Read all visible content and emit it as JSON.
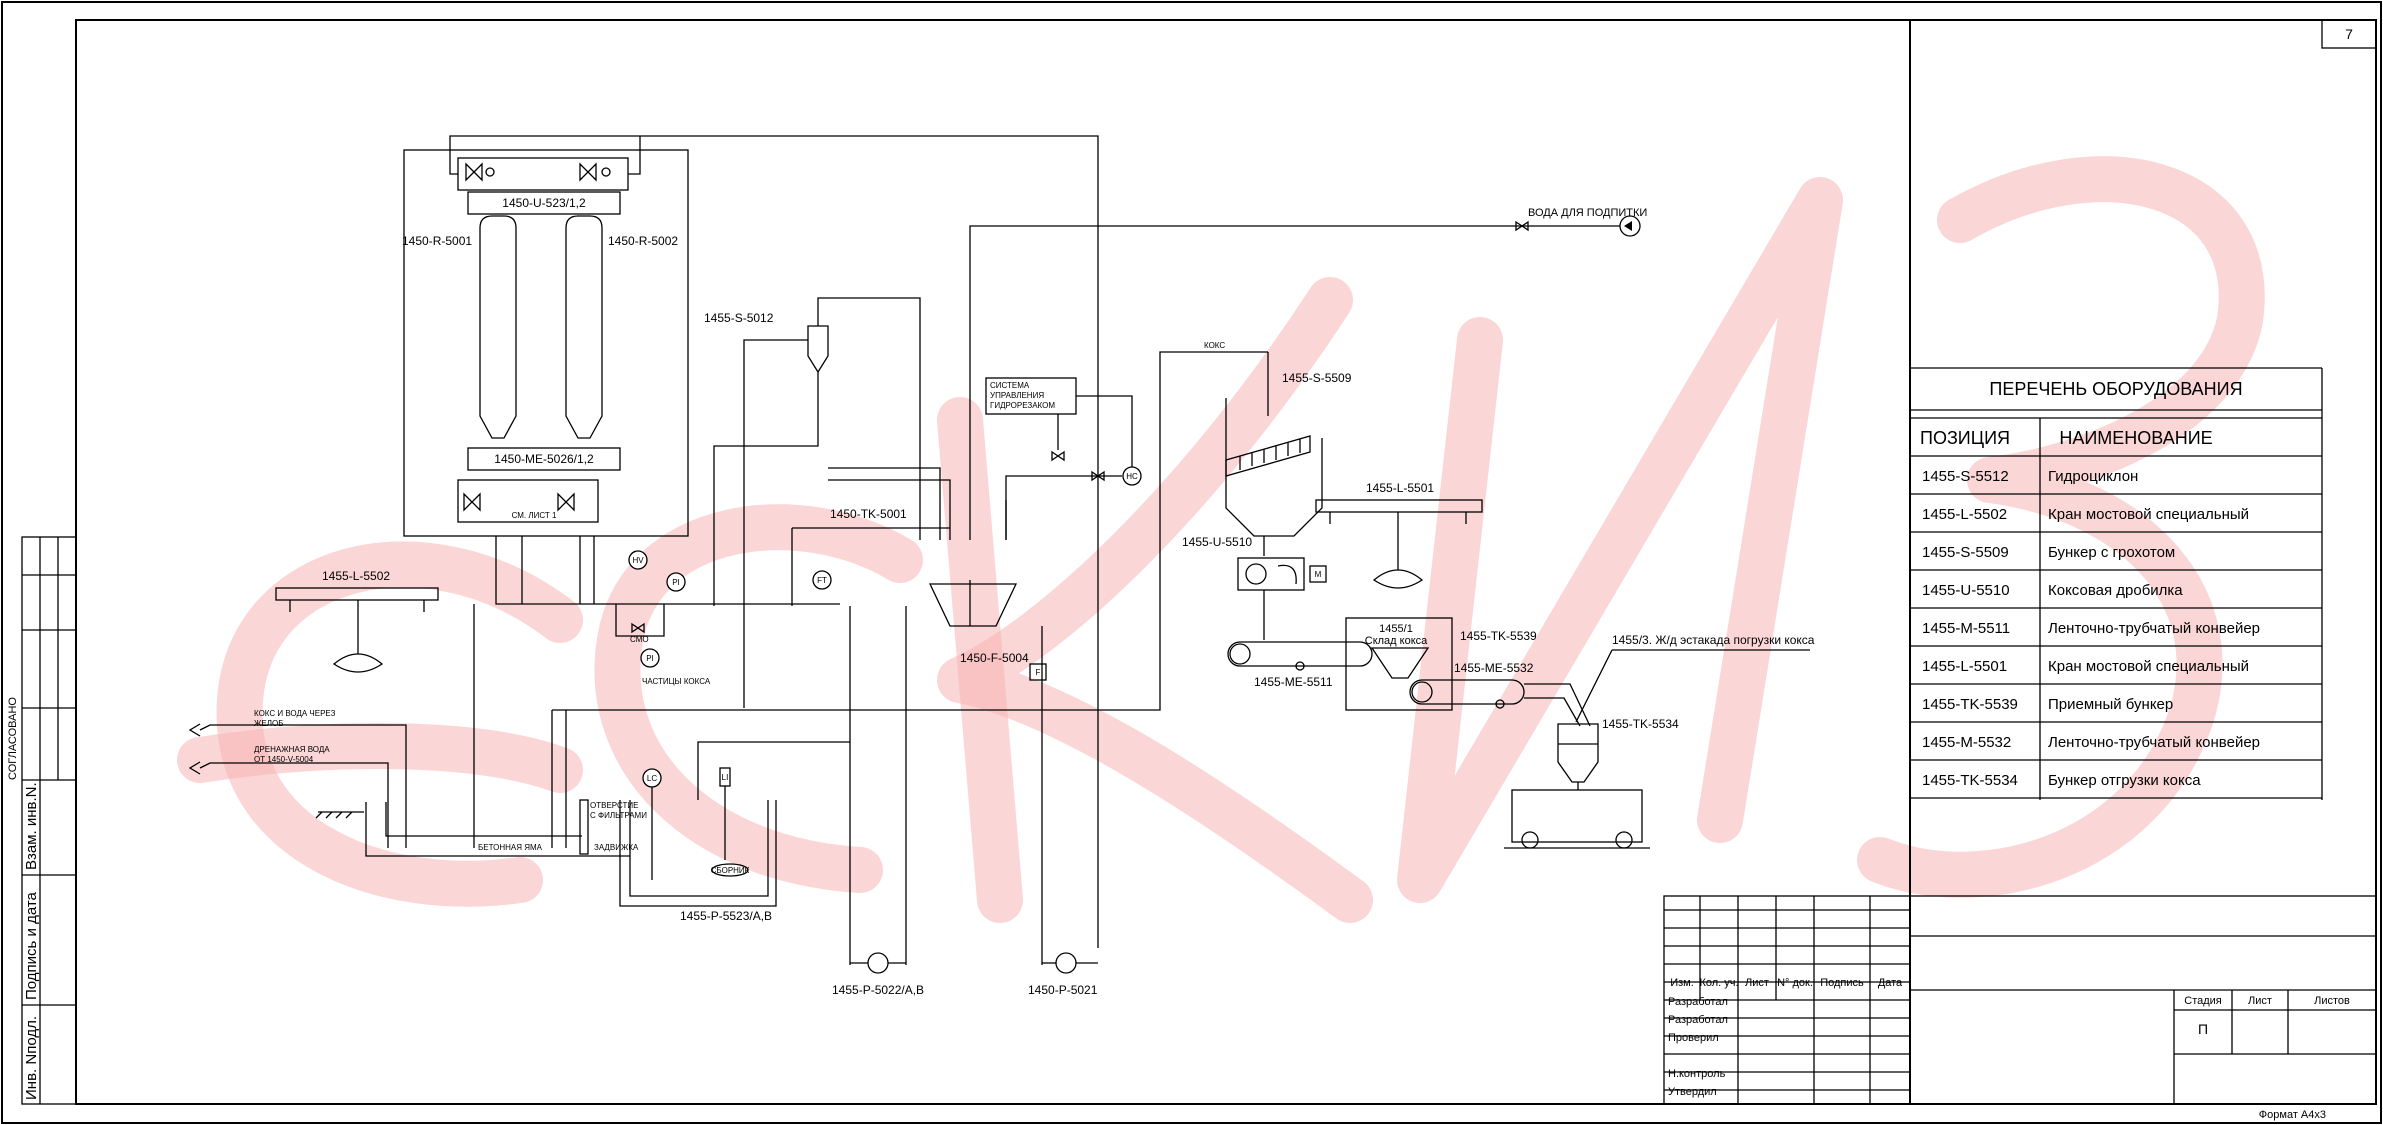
{
  "sheet_number": "7",
  "format_label": "Формат А4х3",
  "side_stamp": {
    "soglasovano": "СОГЛАСОВАНО",
    "vzam": "Взам. инв.N.",
    "podpis": "Подпись и дата",
    "inv": "Инв. Nподл."
  },
  "equipment_list": {
    "title": "ПЕРЕЧЕНЬ ОБОРУДОВАНИЯ",
    "col_position": "ПОЗИЦИЯ",
    "col_name": "НАИМЕНОВАНИЕ",
    "rows": [
      {
        "pos": "1455-S-5512",
        "name": "Гидроциклон"
      },
      {
        "pos": "1455-L-5502",
        "name": "Кран мостовой специальный"
      },
      {
        "pos": "1455-S-5509",
        "name": "Бункер с грохотом"
      },
      {
        "pos": "1455-U-5510",
        "name": "Коксовая дробилка"
      },
      {
        "pos": "1455-M-5511",
        "name": "Ленточно-трубчатый конвейер"
      },
      {
        "pos": "1455-L-5501",
        "name": "Кран мостовой специальный"
      },
      {
        "pos": "1455-TK-5539",
        "name": "Приемный бункер"
      },
      {
        "pos": "1455-M-5532",
        "name": "Ленточно-трубчатый конвейер"
      },
      {
        "pos": "1455-TK-5534",
        "name": "Бункер отгрузки кокса"
      }
    ]
  },
  "title_block": {
    "col_izm": "Изм.",
    "col_kol": "Кол. уч.",
    "col_list": "Лист",
    "col_ndok": "N° док.",
    "col_podpis": "Подпись",
    "col_data": "Дата",
    "row_razrab1": "Разработал",
    "row_razrab2": "Разработал",
    "row_proveril": "Проверил",
    "row_nkontrol": "Н.контроль",
    "row_utverdil": "Утвердил",
    "stadia_label": "Стадия",
    "list_label": "Лист",
    "listov_label": "Листов",
    "stadia_value": "П"
  },
  "labels": {
    "u523": "1450-U-523/1,2",
    "r5001": "1450-R-5001",
    "r5002": "1450-R-5002",
    "me5026": "1450-ME-5026/1,2",
    "sm_list": "СМ. ЛИСТ 1",
    "s5012": "1455-S-5012",
    "tk5001": "1450-TK-5001",
    "f5004": "1450-F-5004",
    "p5022": "1455-P-5022/A,B",
    "p5021": "1450-P-5021",
    "p5523": "1455-P-5523/A,B",
    "l5502": "1455-L-5502",
    "s5509": "1455-S-5509",
    "l5501": "1455-L-5501",
    "u5510": "1455-U-5510",
    "me5511": "1455-ME-5511",
    "tk5539": "1455-TK-5539",
    "me5532": "1455-ME-5532",
    "tk5534": "1455-TK-5534",
    "sklad_num": "1455/1",
    "sklad_name": "Склад кокса",
    "estakada": "1455/3. Ж/д эстакада погрузки кокса",
    "voda_podpitki": "ВОДА ДЛЯ ПОДПИТКИ",
    "koks": "КОКС",
    "sys_line1": "СИСТЕМА",
    "sys_line2": "УПРАВЛЕНИЯ",
    "sys_line3": "ГИДРОРЕЗАКОМ",
    "koks_voda_1": "КОКС И ВОДА ЧЕРЕЗ",
    "koks_voda_2": "ЖЕЛОБ",
    "drenazh_1": "ДРЕНАЖНАЯ ВОДА",
    "drenazh_2": "ОТ 1450-V-5004",
    "betonnaya_yama": "БЕТОННАЯ ЯМА",
    "otverstie_1": "ОТВЕРСТИЕ",
    "otverstie_2": "С ФИЛЬТРАМИ",
    "zadvizhka": "ЗАДВИЖКА",
    "chastitsy": "ЧАСТИЦЫ КОКСА",
    "sbornik": "СБОРНИК",
    "hv": "HV",
    "pi1": "PI",
    "pi2": "PI",
    "ft": "FT",
    "hc": "HC",
    "lc": "LC",
    "li": "LI",
    "f_inst": "F",
    "m_motor": "M",
    "smo": "СМО"
  }
}
